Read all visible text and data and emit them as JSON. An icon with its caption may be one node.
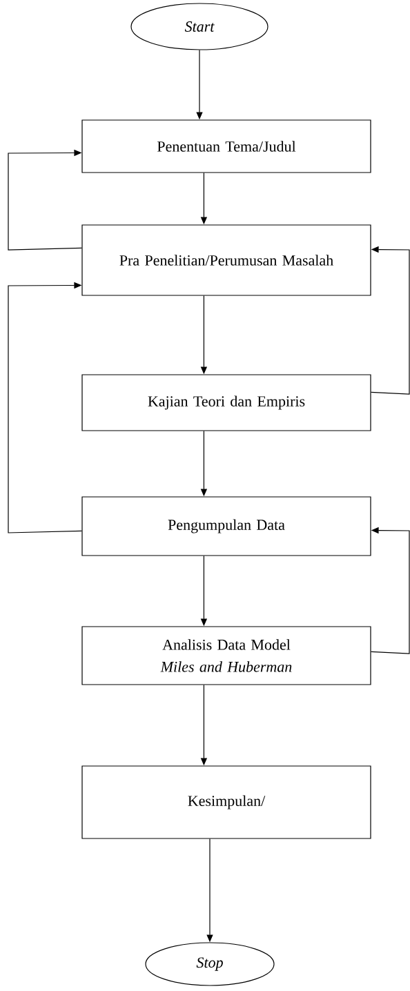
{
  "diagram": {
    "nodes": [
      {
        "text": [
          "Start"
        ]
      },
      {
        "text": [
          "Penentuan Tema/Judul"
        ]
      },
      {
        "text": [
          "Pra Penelitian/Perumusan Masalah"
        ]
      },
      {
        "text": [
          "Kajian Teori dan Empiris"
        ]
      },
      {
        "text": [
          "Pengumpulan Data"
        ]
      },
      {
        "text": [
          "Analisis Data Model *Miles and Huberman*"
        ]
      },
      {
        "text": [
          "Kesimpulan/"
        ]
      },
      {
        "text": [
          "Stop"
        ]
      }
    ],
    "edges": [
      {
        "from": 0,
        "to": 1,
        "arrow": "to"
      },
      {
        "from": 1,
        "to": 2,
        "arrow": "to"
      },
      {
        "from": 2,
        "to": 3,
        "arrow": "to"
      },
      {
        "from": 3,
        "to": 4,
        "arrow": "to"
      },
      {
        "from": 4,
        "to": 5,
        "arrow": "to"
      },
      {
        "from": 5,
        "to": 6,
        "arrow": "to"
      },
      {
        "from": 6,
        "to": 7,
        "arrow": "to"
      },
      {
        "from": 2,
        "to": 1,
        "arrow": "to"
      },
      {
        "from": 4,
        "to": 2,
        "arrow": "to"
      },
      {
        "from": 3,
        "to": 2,
        "arrow": "to"
      },
      {
        "from": 5,
        "to": 4,
        "arrow": "to"
      }
    ]
  }
}
